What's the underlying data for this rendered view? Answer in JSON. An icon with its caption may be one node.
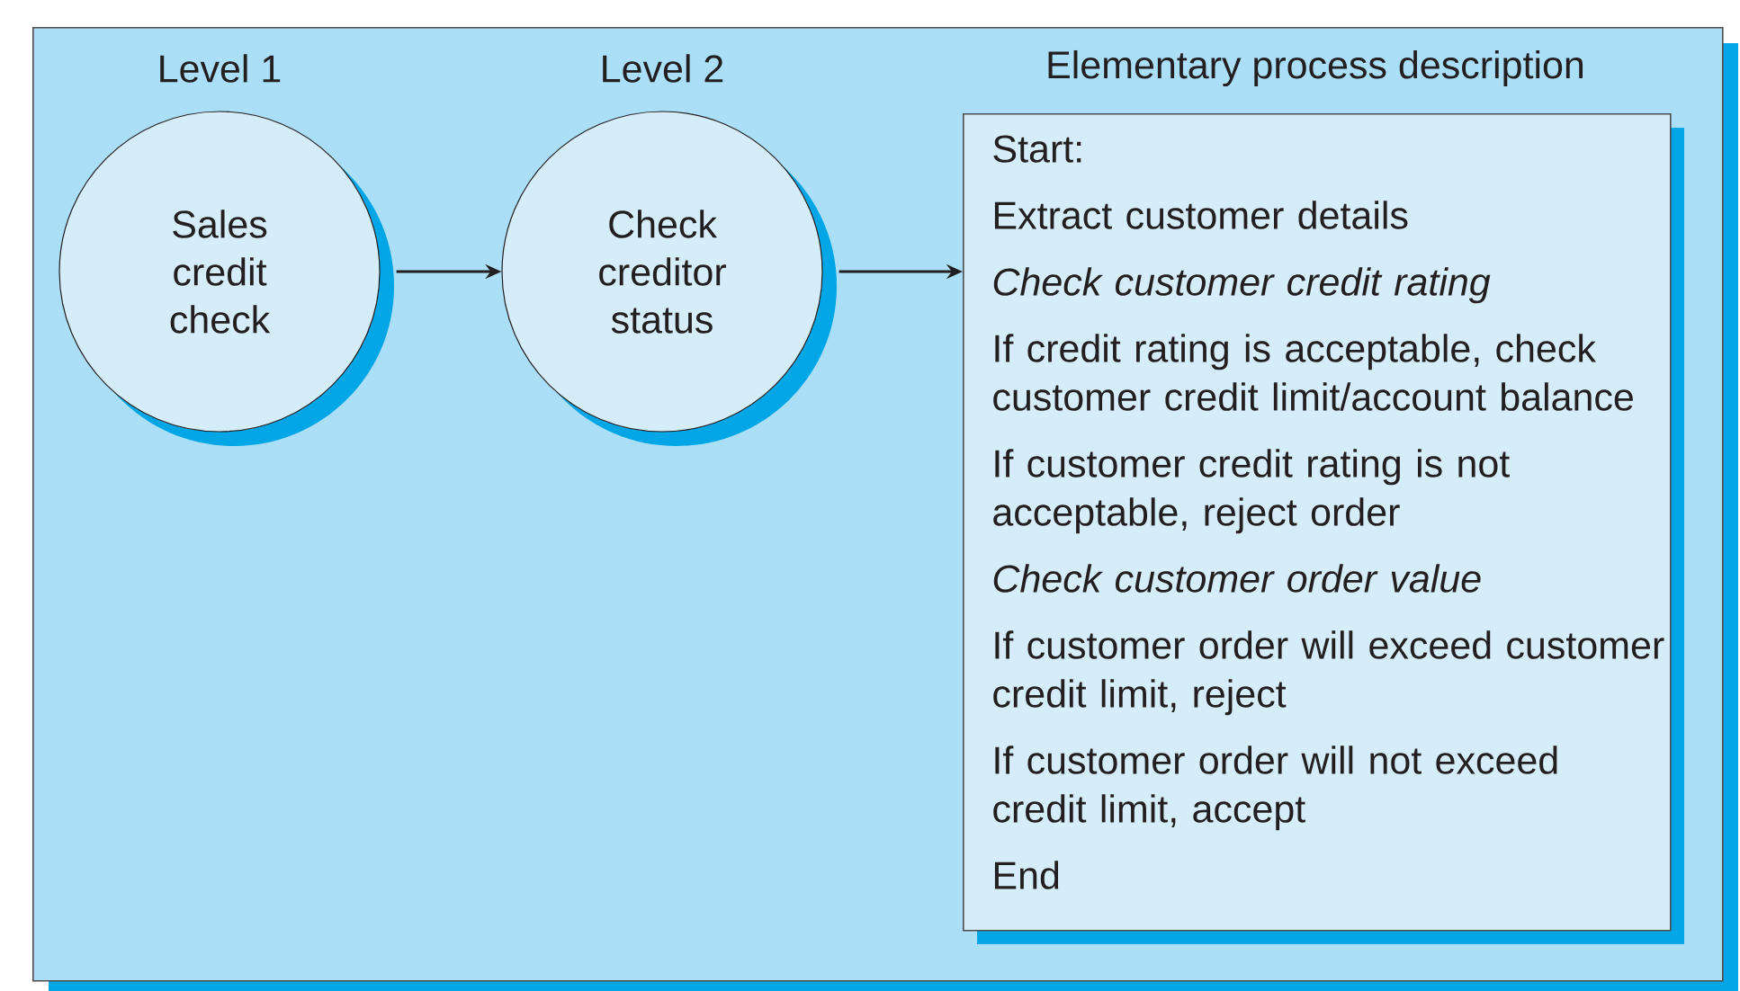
{
  "diagram": {
    "nodes": [
      {
        "text": [],
        "shape": "box"
      },
      {
        "text": [
          "Level 1",
          "Sales credit check"
        ],
        "in": 0
      },
      {
        "text": [
          "Level 2",
          "Check creditor status"
        ],
        "in": 0
      },
      {
        "text": [
          "Elementary process description",
          "Start:",
          "Extract customer details",
          "*Check customer credit rating*",
          "If credit rating is acceptable, check customer credit limit/account balance",
          "If customer credit rating is not acceptable, reject order",
          "*Check customer order value*",
          "If customer order will exceed customer credit limit, reject",
          "If customer order will not exceed credit limit, accept",
          "End"
        ],
        "in": 0
      }
    ],
    "edges": [
      {
        "from": 1,
        "to": 2,
        "arrow": "to"
      },
      {
        "from": 2,
        "to": 3,
        "arrow": "to"
      }
    ]
  }
}
